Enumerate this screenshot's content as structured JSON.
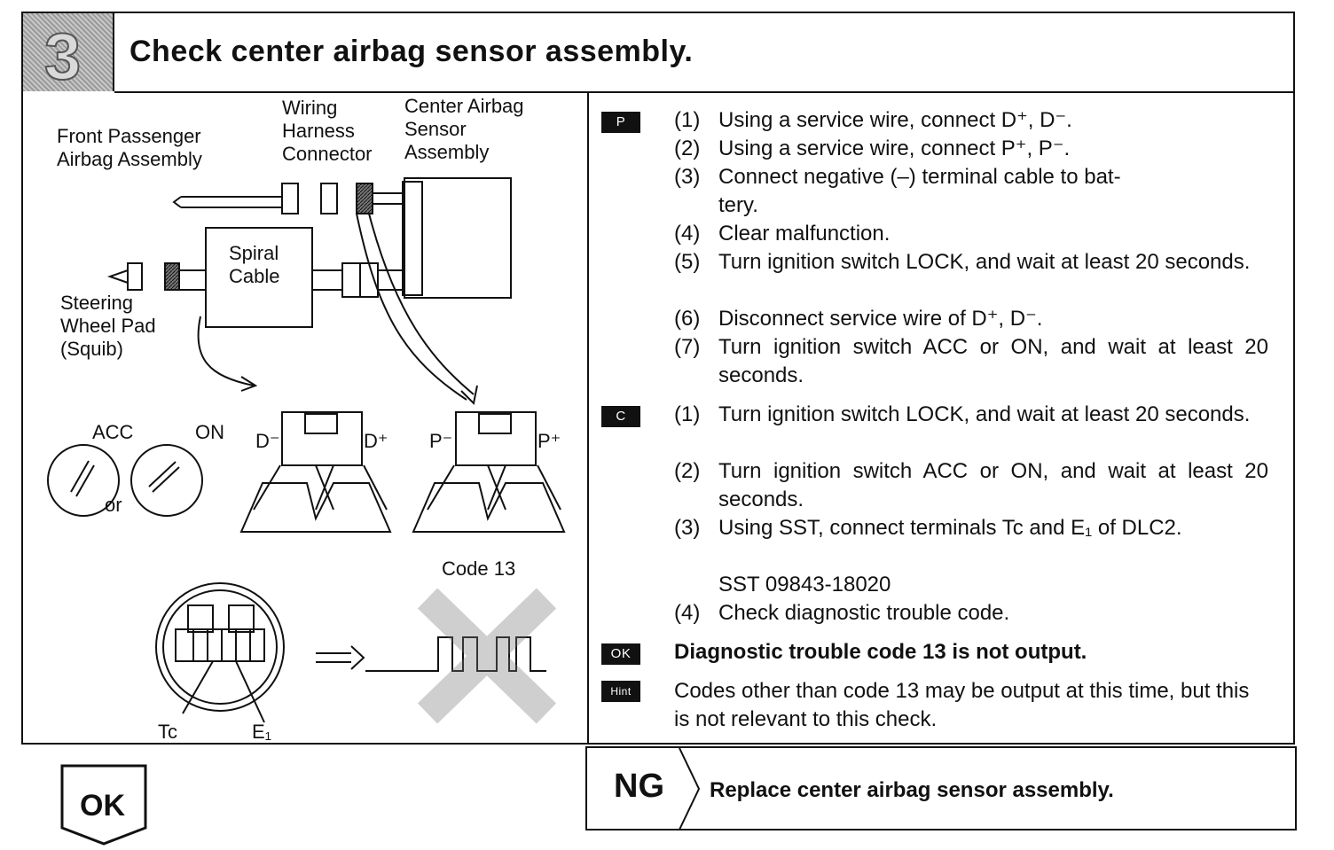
{
  "header": {
    "step_number": "3",
    "title": "Check center airbag sensor assembly."
  },
  "diagram": {
    "labels": {
      "front_passenger": "Front Passenger\nAirbag Assembly",
      "wiring_harness": "Wiring\nHarness\nConnector",
      "center_airbag": "Center Airbag\nSensor\nAssembly",
      "spiral_cable": "Spiral\nCable",
      "steering_wheel": "Steering\nWheel Pad\n(Squib)",
      "acc": "ACC",
      "on": "ON",
      "or": "or",
      "d_minus": "D⁻",
      "d_plus": "D⁺",
      "p_minus": "P⁻",
      "p_plus": "P⁺",
      "code13": "Code 13",
      "tc": "Tc",
      "e1": "E₁"
    }
  },
  "steps": {
    "tag_p": "P",
    "tag_c": "C",
    "tag_ok": "OK",
    "tag_hint": "Hint",
    "p_items": [
      {
        "num": "(1)",
        "text": "Using a service wire, connect D⁺, D⁻."
      },
      {
        "num": "(2)",
        "text": "Using a service wire, connect P⁺, P⁻."
      },
      {
        "num": "(3)",
        "text": "Connect negative (–) terminal cable to bat-\ntery."
      },
      {
        "num": "(4)",
        "text": "Clear malfunction."
      },
      {
        "num": "(5)",
        "text": "Turn ignition switch LOCK, and wait at least 20 seconds."
      },
      {
        "num": "(6)",
        "text": "Disconnect service wire of D⁺, D⁻."
      },
      {
        "num": "(7)",
        "text": "Turn ignition switch ACC or ON, and wait at least 20 seconds."
      }
    ],
    "c_items": [
      {
        "num": "(1)",
        "text": "Turn ignition switch LOCK, and wait at least 20 seconds."
      },
      {
        "num": "(2)",
        "text": "Turn ignition switch ACC or ON, and wait at least 20 seconds."
      },
      {
        "num": "(3)",
        "text": "Using SST, connect terminals Tc and E₁ of DLC2."
      },
      {
        "num": "(4)",
        "text": "Check diagnostic trouble code."
      }
    ],
    "sst": "SST  09843-18020",
    "ok_text": "Diagnostic trouble code 13 is not output.",
    "hint_text": "Codes other than code 13 may be output at this time, but this is not relevant to this check."
  },
  "result": {
    "ok_label": "OK",
    "ng_label": "NG",
    "ng_message": "Replace center airbag sensor assembly."
  }
}
